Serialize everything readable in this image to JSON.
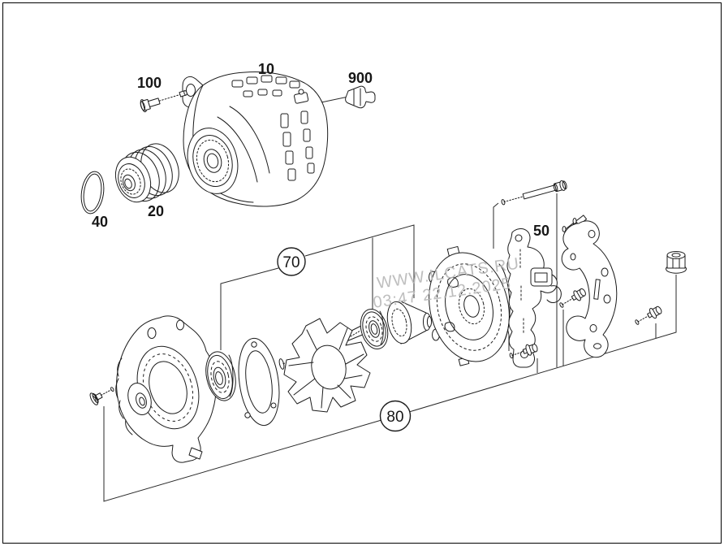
{
  "diagram": {
    "part_labels": {
      "alternator": "10",
      "pulley": "20",
      "o_ring": "40",
      "voltage_regulator": "50",
      "mounting_bolt": "100",
      "connector_cap": "900"
    },
    "callouts": {
      "rotor_bearing_group": "70",
      "housing_hardware_group": "80"
    },
    "watermark": {
      "line1": "WWW.ILCATS.RU",
      "line2": "03:47 22.12.2025"
    },
    "colors": {
      "line": "#1c1c1c",
      "label_text": "#161616",
      "watermark_text": "#b7b7b7",
      "background": "#ffffff"
    }
  }
}
